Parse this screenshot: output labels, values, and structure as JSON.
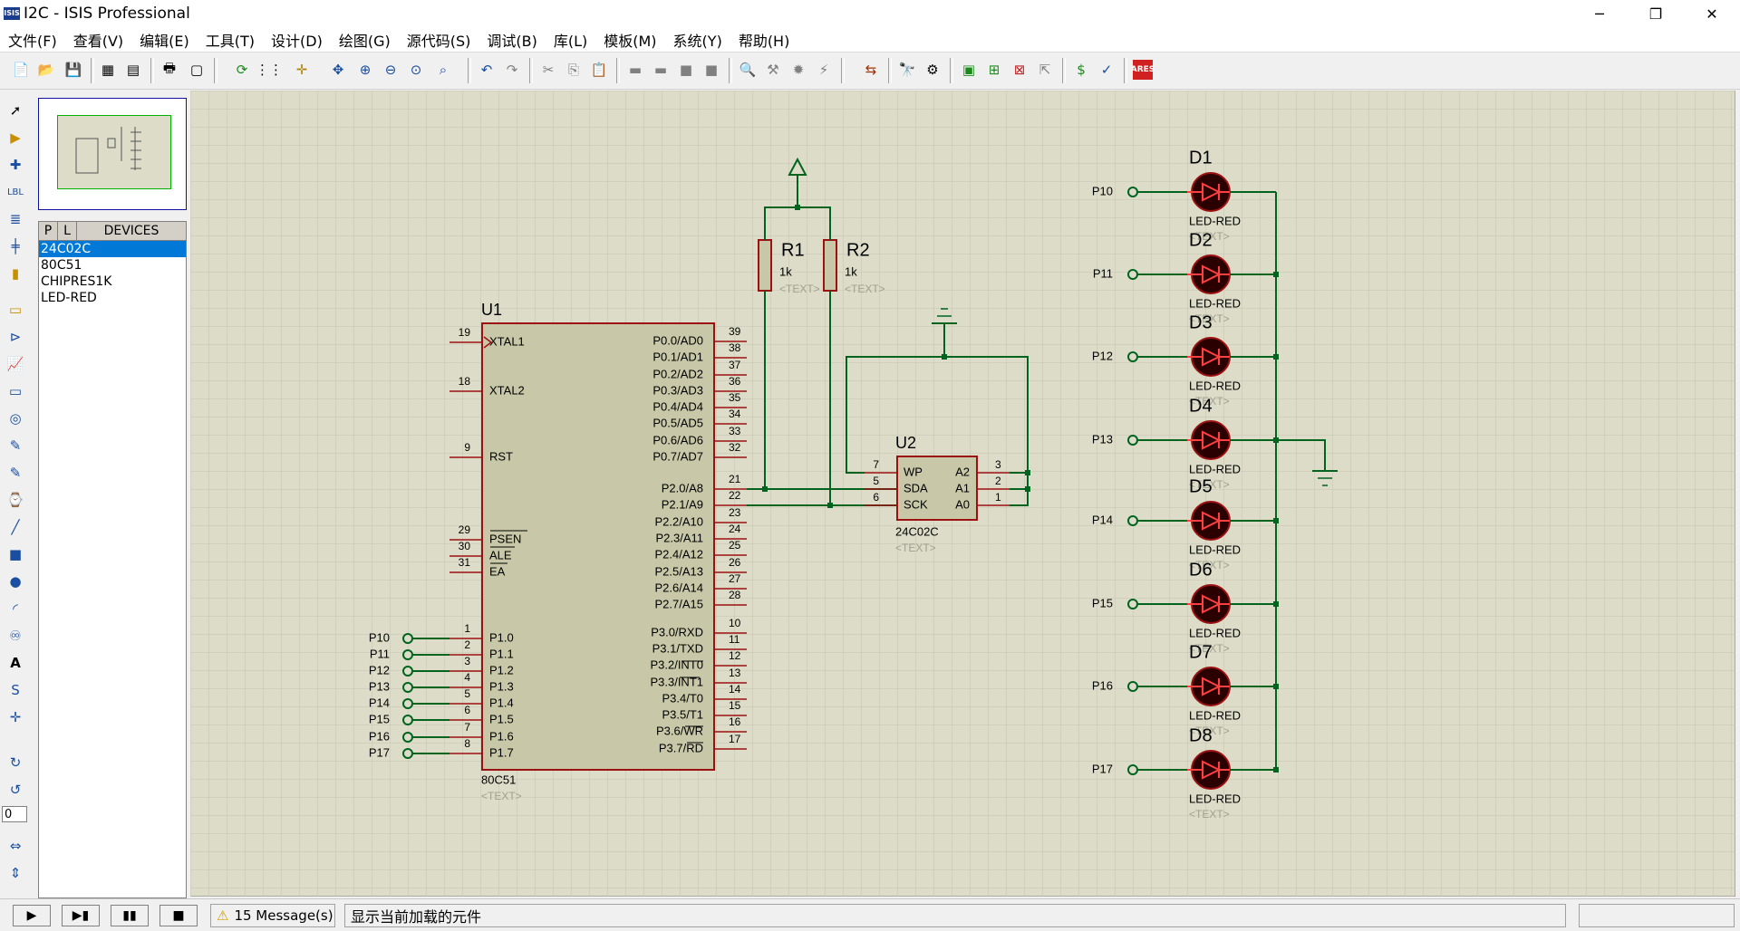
{
  "window": {
    "icon_label": "ISIS",
    "title": "I2C - ISIS Professional",
    "minimize": "─",
    "maximize": "❐",
    "close": "✕"
  },
  "menu": [
    "文件(F)",
    "查看(V)",
    "编辑(E)",
    "工具(T)",
    "设计(D)",
    "绘图(G)",
    "源代码(S)",
    "调试(B)",
    "库(L)",
    "模板(M)",
    "系统(Y)",
    "帮助(H)"
  ],
  "devices": {
    "tab_p": "P",
    "tab_l": "L",
    "title": "DEVICES",
    "items": [
      "24C02C",
      "80C51",
      "CHIPRES1K",
      "LED-RED"
    ],
    "selected_index": 0
  },
  "left_tools": {
    "rotation_value": "0"
  },
  "schematic": {
    "u1": {
      "ref": "U1",
      "part": "80C51",
      "text": "<TEXT>",
      "left_pins": [
        {
          "num": "19",
          "name": "XTAL1"
        },
        {
          "num": "18",
          "name": "XTAL2"
        },
        {
          "num": "9",
          "name": "RST"
        },
        {
          "num": "29",
          "name": "PSEN"
        },
        {
          "num": "30",
          "name": "ALE"
        },
        {
          "num": "31",
          "name": "EA"
        },
        {
          "num": "1",
          "name": "P1.0",
          "net": "P10"
        },
        {
          "num": "2",
          "name": "P1.1",
          "net": "P11"
        },
        {
          "num": "3",
          "name": "P1.2",
          "net": "P12"
        },
        {
          "num": "4",
          "name": "P1.3",
          "net": "P13"
        },
        {
          "num": "5",
          "name": "P1.4",
          "net": "P14"
        },
        {
          "num": "6",
          "name": "P1.5",
          "net": "P15"
        },
        {
          "num": "7",
          "name": "P1.6",
          "net": "P16"
        },
        {
          "num": "8",
          "name": "P1.7",
          "net": "P17"
        }
      ],
      "right_pins": [
        {
          "num": "39",
          "name": "P0.0/AD0"
        },
        {
          "num": "38",
          "name": "P0.1/AD1"
        },
        {
          "num": "37",
          "name": "P0.2/AD2"
        },
        {
          "num": "36",
          "name": "P0.3/AD3"
        },
        {
          "num": "35",
          "name": "P0.4/AD4"
        },
        {
          "num": "34",
          "name": "P0.5/AD5"
        },
        {
          "num": "33",
          "name": "P0.6/AD6"
        },
        {
          "num": "32",
          "name": "P0.7/AD7"
        },
        {
          "num": "21",
          "name": "P2.0/A8"
        },
        {
          "num": "22",
          "name": "P2.1/A9"
        },
        {
          "num": "23",
          "name": "P2.2/A10"
        },
        {
          "num": "24",
          "name": "P2.3/A11"
        },
        {
          "num": "25",
          "name": "P2.4/A12"
        },
        {
          "num": "26",
          "name": "P2.5/A13"
        },
        {
          "num": "27",
          "name": "P2.6/A14"
        },
        {
          "num": "28",
          "name": "P2.7/A15"
        },
        {
          "num": "10",
          "name": "P3.0/RXD"
        },
        {
          "num": "11",
          "name": "P3.1/TXD"
        },
        {
          "num": "12",
          "name": "P3.2/INT0"
        },
        {
          "num": "13",
          "name": "P3.3/INT1"
        },
        {
          "num": "14",
          "name": "P3.4/T0"
        },
        {
          "num": "15",
          "name": "P3.5/T1"
        },
        {
          "num": "16",
          "name": "P3.6/WR"
        },
        {
          "num": "17",
          "name": "P3.7/RD"
        }
      ]
    },
    "u2": {
      "ref": "U2",
      "part": "24C02C",
      "text": "<TEXT>",
      "pins": [
        {
          "num": "7",
          "name": "WP"
        },
        {
          "num": "5",
          "name": "SDA"
        },
        {
          "num": "6",
          "name": "SCK"
        },
        {
          "num": "3",
          "name": "A2"
        },
        {
          "num": "2",
          "name": "A1"
        },
        {
          "num": "1",
          "name": "A0"
        }
      ]
    },
    "resistors": [
      {
        "ref": "R1",
        "value": "1k",
        "text": "<TEXT>"
      },
      {
        "ref": "R2",
        "value": "1k",
        "text": "<TEXT>"
      }
    ],
    "leds": [
      {
        "ref": "D1",
        "part": "LED-RED",
        "text": "<TEXT>",
        "net": "P10"
      },
      {
        "ref": "D2",
        "part": "LED-RED",
        "text": "<TEXT>",
        "net": "P11"
      },
      {
        "ref": "D3",
        "part": "LED-RED",
        "text": "<TEXT>",
        "net": "P12"
      },
      {
        "ref": "D4",
        "part": "LED-RED",
        "text": "<TEXT>",
        "net": "P13"
      },
      {
        "ref": "D5",
        "part": "LED-RED",
        "text": "<TEXT>",
        "net": "P14"
      },
      {
        "ref": "D6",
        "part": "LED-RED",
        "text": "<TEXT>",
        "net": "P15"
      },
      {
        "ref": "D7",
        "part": "LED-RED",
        "text": "<TEXT>",
        "net": "P16"
      },
      {
        "ref": "D8",
        "part": "LED-RED",
        "text": "<TEXT>",
        "net": "P17"
      }
    ]
  },
  "status": {
    "messages": "15 Message(s)",
    "hint": "显示当前加载的元件"
  },
  "colors": {
    "canvas_bg": "#dcdcc8",
    "grid": "#c4c4b0",
    "wire": "#00641e",
    "component": "#9b1010",
    "led_fill": "#2a0000"
  }
}
